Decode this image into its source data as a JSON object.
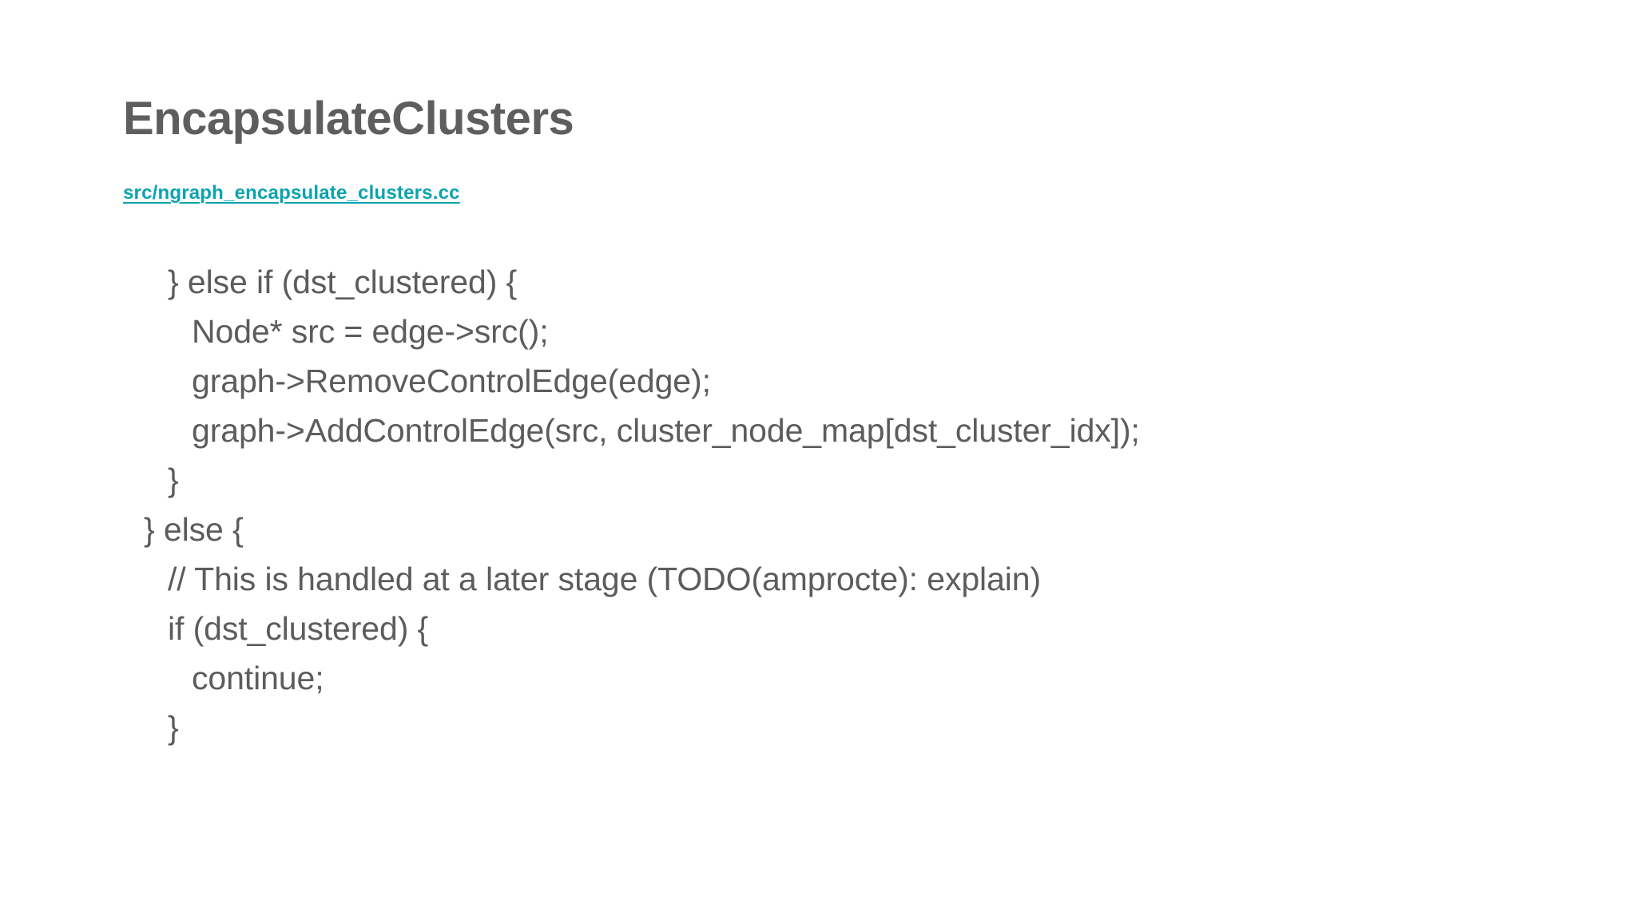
{
  "slide": {
    "title": "EncapsulateClusters",
    "source_link": {
      "label": "src/ngraph_encapsulate_clusters.cc",
      "color": "#0ba3ae"
    },
    "text_color": "#5c5c5c",
    "title_color": "#5e5e5e",
    "background_color": "#ffffff",
    "code": {
      "language": "cpp",
      "lines": [
        {
          "indent": 1,
          "text": "} else if (dst_clustered) {"
        },
        {
          "indent": 2,
          "text": "Node* src = edge->src();"
        },
        {
          "indent": 2,
          "text": "graph->RemoveControlEdge(edge);"
        },
        {
          "indent": 2,
          "text": "graph->AddControlEdge(src, cluster_node_map[dst_cluster_idx]);"
        },
        {
          "indent": 1,
          "text": "}"
        },
        {
          "indent": 0,
          "text": "} else {"
        },
        {
          "indent": 1,
          "text": "// This is handled at a later stage (TODO(amprocte): explain)"
        },
        {
          "indent": 1,
          "text": "if (dst_clustered) {"
        },
        {
          "indent": 2,
          "text": "continue;"
        },
        {
          "indent": 1,
          "text": "}"
        }
      ]
    }
  }
}
